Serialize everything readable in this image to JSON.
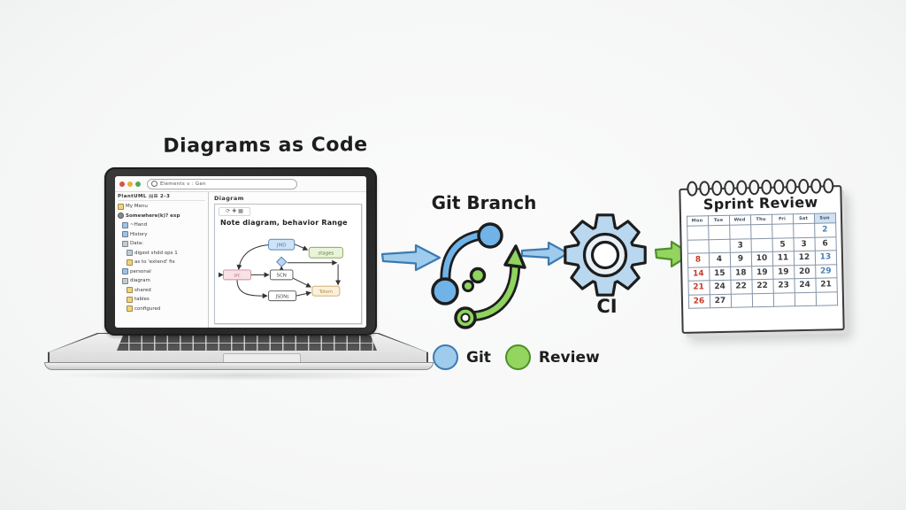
{
  "title": "Diagrams as Code",
  "colors": {
    "ink": "#1d1d1d",
    "bezel": "#2e2e2e",
    "blue_fill": "#9fcbec",
    "blue_stroke": "#3c7ab0",
    "green_fill": "#93d55e",
    "green_stroke": "#4e8f2b",
    "gear_fill": "#b9d7ee",
    "red_num": "#c13c2a",
    "blue_num": "#4a80b8",
    "grid": "#8494a8"
  },
  "laptop": {
    "browser": {
      "address_text": "Elements v : Gen",
      "window_dots": [
        "close-icon",
        "minimize-icon",
        "zoom-icon"
      ]
    },
    "sidebar": {
      "toolbar_text": "PlantUML ▤⊞ 2-3",
      "items": [
        {
          "label": "My Menu",
          "icon": "menu-icon"
        },
        {
          "label": "Somewhere(k)? exp",
          "icon": "project-icon"
        },
        {
          "label": "~Hand",
          "icon": "doc-icon"
        },
        {
          "label": "History",
          "icon": "folder-icon"
        },
        {
          "label": "Data:",
          "icon": "gear-icon"
        },
        {
          "label": "digest shdd ops 1",
          "icon": "doc-icon"
        },
        {
          "label": "as to 'extend' fix",
          "icon": "doc-icon"
        },
        {
          "label": "personal",
          "icon": "doc-icon"
        },
        {
          "label": "diagram",
          "icon": "diagram-icon"
        },
        {
          "label": "shared",
          "icon": "folder-icon"
        },
        {
          "label": "tables",
          "icon": "folder-icon"
        },
        {
          "label": "configured",
          "icon": "folder-icon"
        }
      ]
    },
    "main": {
      "tab_label": "Diagram",
      "canvas_toolbar": "⟳ ✚ ▦",
      "heading": "Note diagram, behavior Range",
      "flowchart_nodes": {
        "top": "JMD",
        "stage": "stages",
        "left": "src",
        "center": "SCN",
        "bottom": "JSONs",
        "totem": "Totem"
      }
    }
  },
  "flow": {
    "git_branch_label": "Git Branch",
    "ci_label": "CI"
  },
  "calendar": {
    "title": "Sprint Review",
    "day_headers": [
      "Mon",
      "Tue",
      "Wed",
      "Thu",
      "Fri",
      "Sat",
      "Sun"
    ],
    "rows": [
      [
        "",
        "",
        "",
        "",
        "",
        "",
        "2"
      ],
      [
        "",
        "",
        "3",
        "",
        "5",
        "3",
        "6"
      ],
      [
        "8",
        "4",
        "9",
        "10",
        "11",
        "12",
        "13"
      ],
      [
        "14",
        "15",
        "18",
        "19",
        "19",
        "20",
        "29"
      ],
      [
        "21",
        "24",
        "22",
        "22",
        "23",
        "24",
        "21"
      ],
      [
        "26",
        "27",
        "",
        "",
        "",
        "",
        ""
      ]
    ]
  },
  "legend": {
    "items": [
      {
        "label": "Git",
        "color": "#9fcbec"
      },
      {
        "label": "Review",
        "color": "#93d55e"
      }
    ]
  }
}
